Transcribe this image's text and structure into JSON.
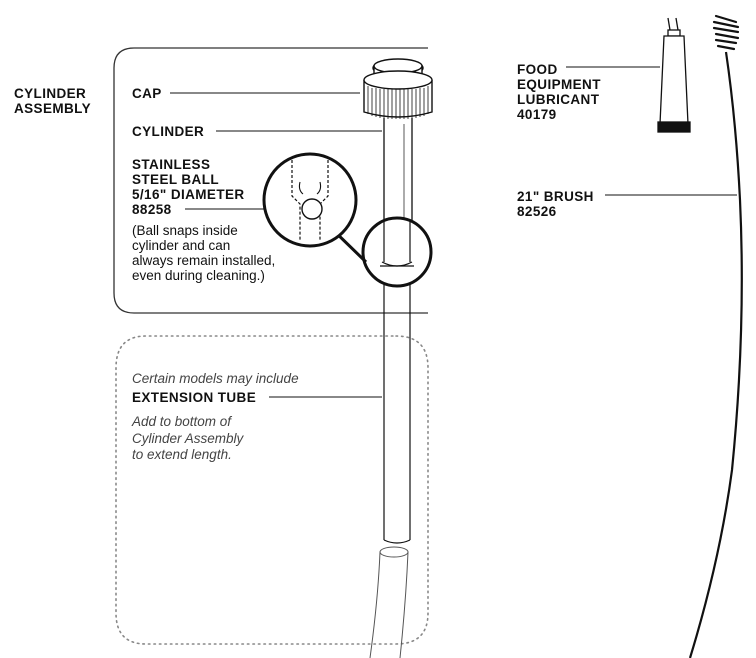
{
  "cylinder_assembly": {
    "group_label_line1": "CYLINDER",
    "group_label_line2": "ASSEMBLY",
    "cap": "CAP",
    "cylinder": "CYLINDER",
    "ball_title_1": "STAINLESS",
    "ball_title_2": "STEEL BALL",
    "ball_title_3": "5/16\" DIAMETER",
    "ball_part": "88258",
    "ball_note_1": "(Ball snaps inside",
    "ball_note_2": "cylinder and can",
    "ball_note_3": "always remain installed,",
    "ball_note_4": "even during cleaning.)"
  },
  "extension_tube": {
    "intro": "Certain models may include",
    "label": "EXTENSION TUBE",
    "note_1": "Add to bottom of",
    "note_2": "Cylinder Assembly",
    "note_3": "to extend length."
  },
  "lubricant": {
    "line1": "FOOD",
    "line2": "EQUIPMENT",
    "line3": "LUBRICANT",
    "part": "40179"
  },
  "brush": {
    "label": "21\" BRUSH",
    "part": "82526"
  },
  "colors": {
    "line": "#111111",
    "outline": "#333333",
    "dotted": "#888888"
  }
}
